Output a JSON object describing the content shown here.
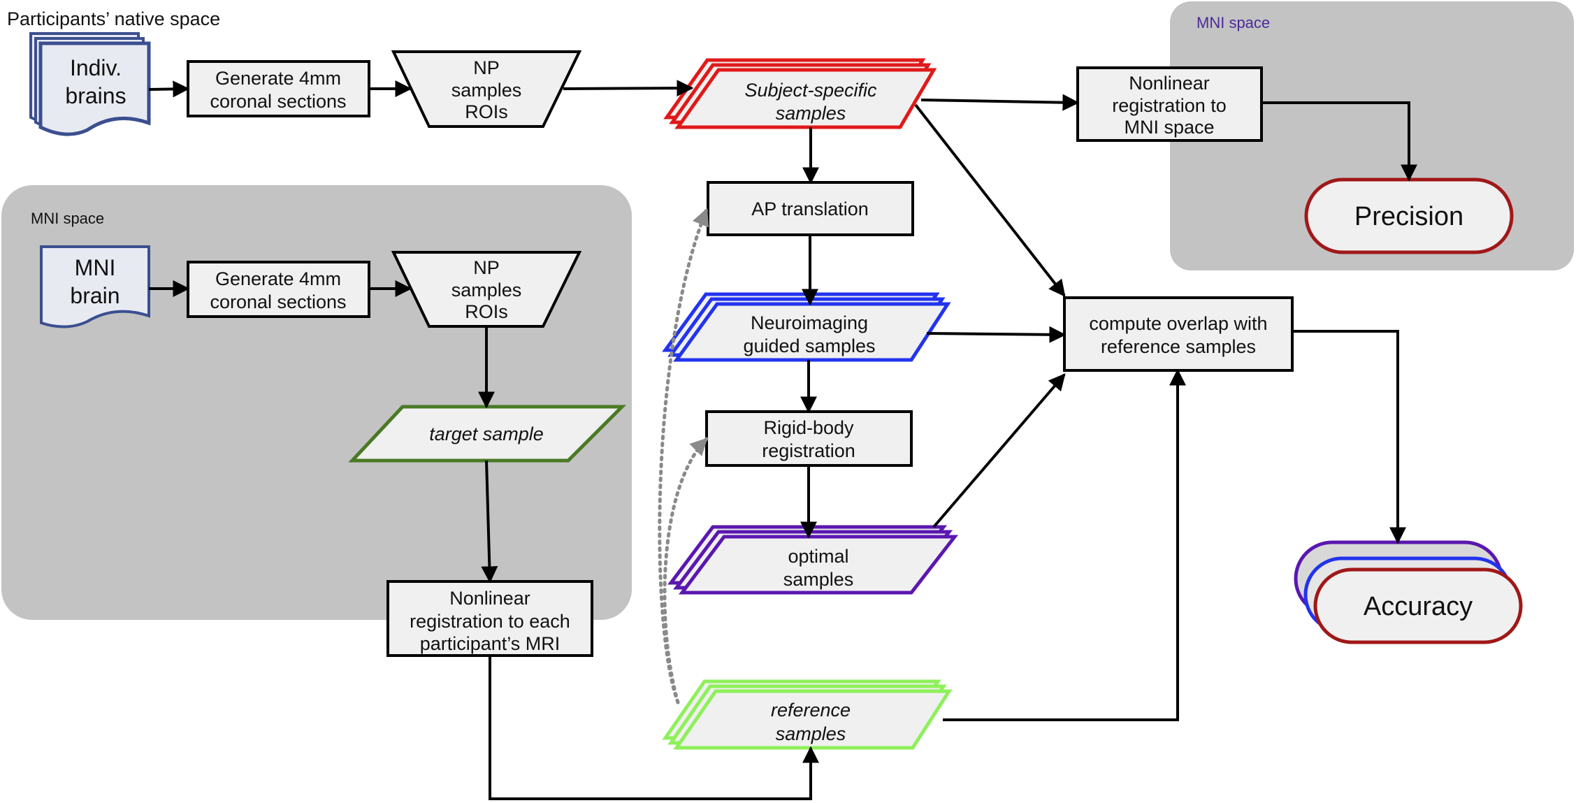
{
  "regions": {
    "native_space_label": "Participants’ native space",
    "mni_left_label": "MNI space",
    "mni_right_label": "MNI space"
  },
  "nodes": {
    "indiv_brains": [
      "Indiv.",
      "brains"
    ],
    "gen_sections_top": [
      "Generate 4mm",
      "coronal sections"
    ],
    "np_rois_top": [
      "NP",
      "samples",
      "ROIs"
    ],
    "subject_specific": [
      "Subject-specific",
      "samples"
    ],
    "nonlinear_mni": [
      "Nonlinear",
      "registration to",
      "MNI space"
    ],
    "precision": "Precision",
    "ap_translation": "AP translation",
    "mni_brain": [
      "MNI",
      "brain"
    ],
    "gen_sections_mni": [
      "Generate 4mm",
      "coronal sections"
    ],
    "np_rois_mni": [
      "NP",
      "samples",
      "ROIs"
    ],
    "target_sample": "target sample",
    "nonlinear_each": [
      "Nonlinear",
      "registration to each",
      "participant’s MRI"
    ],
    "neuroimaging": [
      "Neuroimaging",
      "guided samples"
    ],
    "rigid_body": [
      "Rigid-body",
      "registration"
    ],
    "optimal": [
      "optimal",
      "samples"
    ],
    "reference": [
      "reference",
      "samples"
    ],
    "compute_overlap": [
      "compute overlap with",
      "reference samples"
    ],
    "accuracy": "Accuracy"
  },
  "colors": {
    "panel_gray": "#c3c3c3",
    "node_fill": "#f0f0f0",
    "doc_blue": "#3b4f8f",
    "subject_red": "#e01919",
    "neuro_blue": "#2233ee",
    "optimal_purple": "#5a17b0",
    "reference_green": "#8ef05a",
    "target_green": "#4a7a25",
    "terminal_red": "#a01818",
    "mni_right_text": "#4a2a9a",
    "dotted_gray": "#8a8a8a"
  }
}
